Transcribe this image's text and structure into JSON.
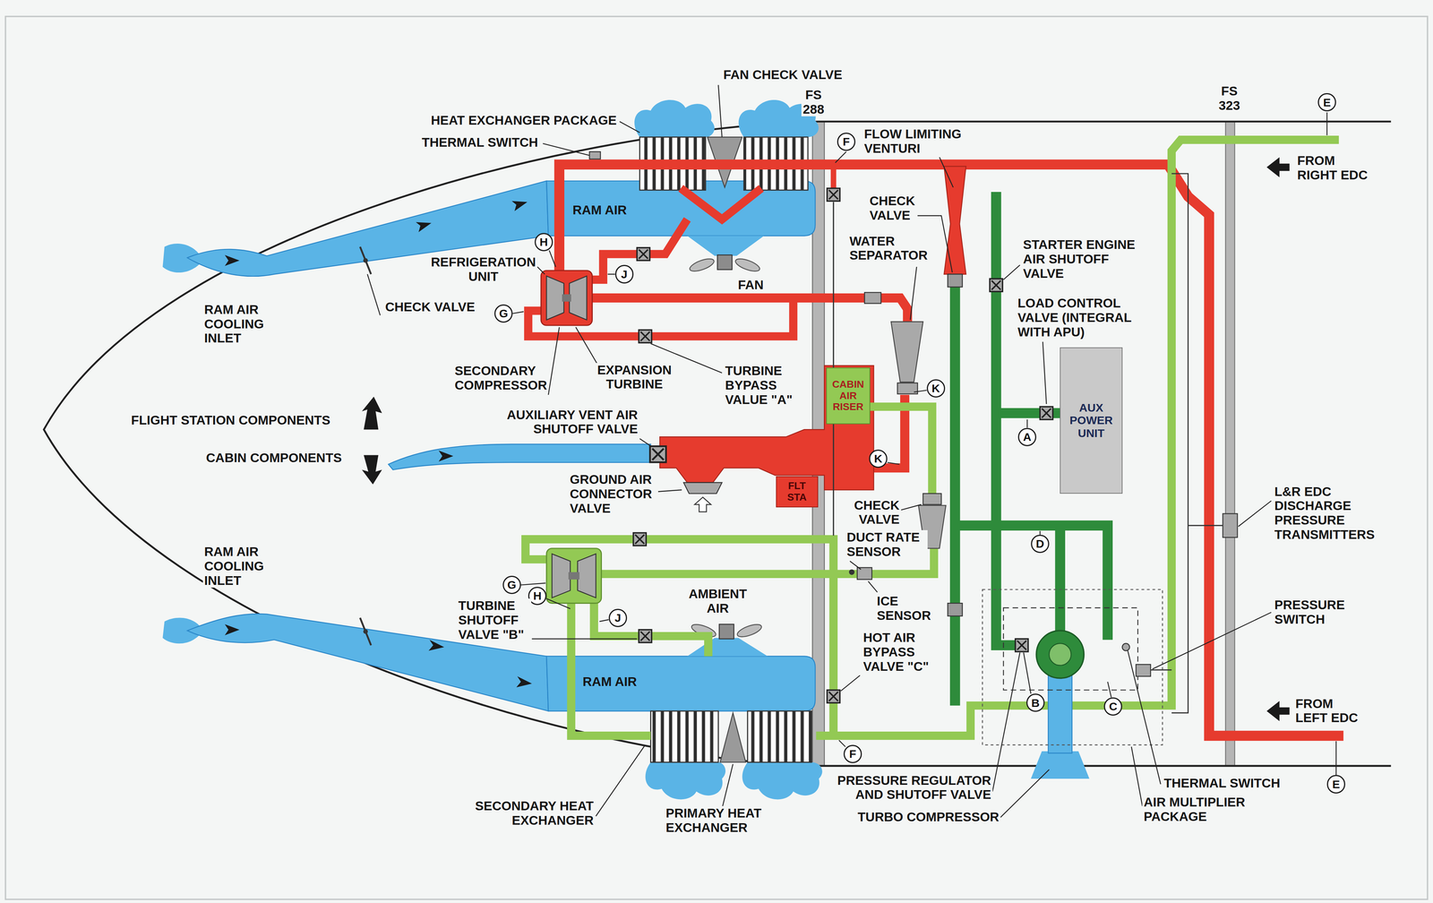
{
  "diagram": {
    "nodes": [
      {
        "text": [
          "E"
        ]
      },
      {
        "text": [
          "F"
        ]
      },
      {
        "text": [
          "H"
        ]
      },
      {
        "text": [
          "J"
        ]
      },
      {
        "text": [
          "G"
        ]
      },
      {
        "text": [
          "AUX POWER UNIT"
        ]
      },
      {
        "text": [
          "CABIN AIR RISER"
        ]
      },
      {
        "text": [
          "K"
        ]
      },
      {
        "text": [
          "A"
        ]
      },
      {
        "text": [
          "K"
        ]
      },
      {
        "text": [
          "FLT STA"
        ]
      },
      {
        "text": [
          "D"
        ]
      },
      {
        "text": [
          "G"
        ]
      },
      {
        "text": [
          "H"
        ]
      },
      {
        "text": [
          "J"
        ]
      },
      {
        "text": [
          "B"
        ]
      },
      {
        "text": [
          "C"
        ]
      },
      {
        "text": [
          "F"
        ]
      },
      {
        "text": [
          "E"
        ]
      }
    ],
    "labels": [
      "FAN CHECK VALVE",
      "FS 288",
      "HEAT EXCHANGER PACKAGE",
      "THERMAL SWITCH",
      "FLOW LIMITING VENTURI",
      "FS 323",
      "FROM RIGHT EDC",
      "CHECK VALVE",
      "WATER SEPARATOR",
      "STARTER ENGINE AIR SHUTOFF VALVE",
      "RAM AIR",
      "REFRIGERATION UNIT",
      "FAN",
      "LOAD CONTROL VALVE (INTEGRAL WITH APU)",
      "RAM AIR COOLING INLET",
      "CHECK VALVE",
      "SECONDARY COMPRESSOR",
      "EXPANSION TURBINE",
      "TURBINE BYPASS VALUE \"A\"",
      "FLIGHT STATION COMPONENTS",
      "AUXILIARY VENT AIR SHUTOFF VALVE",
      "CABIN COMPONENTS",
      "GROUND AIR CONNECTOR VALVE",
      "CHECK VALVE",
      "DUCT RATE SENSOR",
      "L&R EDC DISCHARGE PRESSURE TRANSMITTERS",
      "RAM AIR COOLING INLET",
      "AMBIENT AIR",
      "ICE SENSOR",
      "PRESSURE SWITCH",
      "TURBINE SHUTOFF VALVE \"B\"",
      "HOT AIR BYPASS VALVE \"C\"",
      "RAM AIR",
      "FROM LEFT EDC",
      "PRESSURE REGULATOR AND SHUTOFF VALVE",
      "THERMAL SWITCH",
      "AIR MULTIPLIER PACKAGE",
      "SECONDARY HEAT EXCHANGER",
      "PRIMARY HEAT EXCHANGER",
      "TURBO COMPRESSOR"
    ]
  }
}
